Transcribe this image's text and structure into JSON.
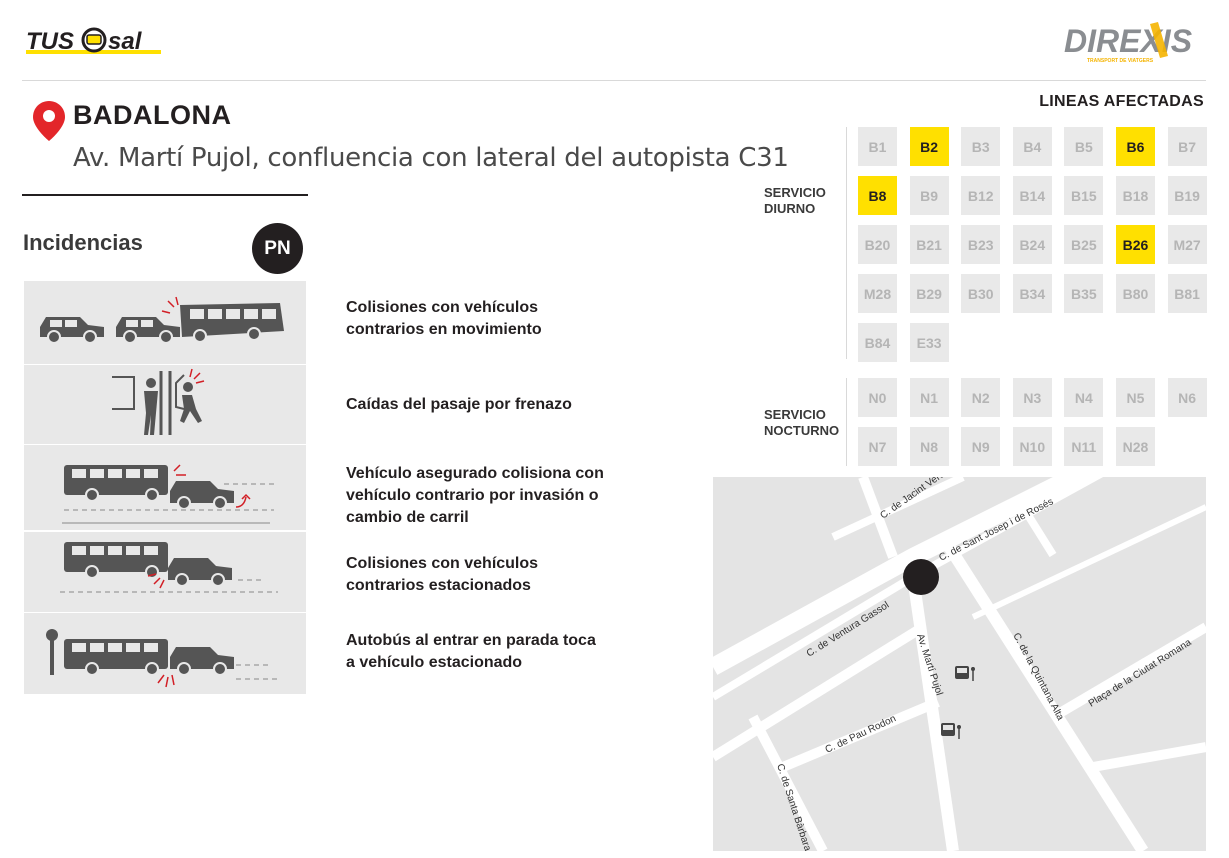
{
  "header": {
    "brand_left": "TUS",
    "brand_left_suffix": "sal",
    "brand_right": "DIREXIS",
    "brand_right_tagline": "TRANSPORT DE VIATGERS"
  },
  "location": {
    "city": "BADALONA",
    "address": "Av. Martí Pujol, confluencia con lateral del autopista C31"
  },
  "incidents": {
    "title": "Incidencias",
    "badge": "PN",
    "items": [
      {
        "text": "Colisiones con vehículos\ncontrarios en movimiento"
      },
      {
        "text": "Caídas del pasaje por frenazo"
      },
      {
        "text": "Vehículo asegurado colisiona con\nvehículo contrario por invasión o\ncambio de carril"
      },
      {
        "text": "Colisiones con vehículos\ncontrarios estacionados"
      },
      {
        "text": "Autobús al entrar en parada toca\na vehículo estacionado"
      }
    ]
  },
  "lines": {
    "title": "LINEAS AFECTADAS",
    "day_label": "SERVICIO\nDIURNO",
    "night_label": "SERVICIO\nNOCTURNO",
    "highlight_color": "#ffe000",
    "day": [
      {
        "code": "B1",
        "on": false
      },
      {
        "code": "B2",
        "on": true
      },
      {
        "code": "B3",
        "on": false
      },
      {
        "code": "B4",
        "on": false
      },
      {
        "code": "B5",
        "on": false
      },
      {
        "code": "B6",
        "on": true
      },
      {
        "code": "B7",
        "on": false
      },
      {
        "code": "B8",
        "on": true
      },
      {
        "code": "B9",
        "on": false
      },
      {
        "code": "B12",
        "on": false
      },
      {
        "code": "B14",
        "on": false
      },
      {
        "code": "B15",
        "on": false
      },
      {
        "code": "B18",
        "on": false
      },
      {
        "code": "B19",
        "on": false
      },
      {
        "code": "B20",
        "on": false
      },
      {
        "code": "B21",
        "on": false
      },
      {
        "code": "B23",
        "on": false
      },
      {
        "code": "B24",
        "on": false
      },
      {
        "code": "B25",
        "on": false
      },
      {
        "code": "B26",
        "on": true
      },
      {
        "code": "M27",
        "on": false
      },
      {
        "code": "M28",
        "on": false
      },
      {
        "code": "B29",
        "on": false
      },
      {
        "code": "B30",
        "on": false
      },
      {
        "code": "B34",
        "on": false
      },
      {
        "code": "B35",
        "on": false
      },
      {
        "code": "B80",
        "on": false
      },
      {
        "code": "B81",
        "on": false
      },
      {
        "code": "B84",
        "on": false
      },
      {
        "code": "E33",
        "on": false
      }
    ],
    "night": [
      {
        "code": "N0",
        "on": false
      },
      {
        "code": "N1",
        "on": false
      },
      {
        "code": "N2",
        "on": false
      },
      {
        "code": "N3",
        "on": false
      },
      {
        "code": "N4",
        "on": false
      },
      {
        "code": "N5",
        "on": false
      },
      {
        "code": "N6",
        "on": false
      },
      {
        "code": "N7",
        "on": false
      },
      {
        "code": "N8",
        "on": false
      },
      {
        "code": "N9",
        "on": false
      },
      {
        "code": "N10",
        "on": false
      },
      {
        "code": "N11",
        "on": false
      },
      {
        "code": "N28",
        "on": false
      }
    ]
  },
  "map": {
    "streets": {
      "jacint": "C. de Jacint Verdaguer",
      "sant_josep": "C. de Sant Josep i de Rosés",
      "ventura": "C. de Ventura Gassol",
      "marti_pujol": "Av. Martí Pujol",
      "quintana": "C. de la Quintana Alta",
      "placa": "Plaça de la Ciutat Romana",
      "pau_rodon": "C. de Pau Rodon",
      "santa_barbara": "C. de Santa Bàrbara"
    },
    "icons": [
      "location-marker-icon",
      "bus-stop-icon",
      "bus-stop-icon"
    ]
  }
}
